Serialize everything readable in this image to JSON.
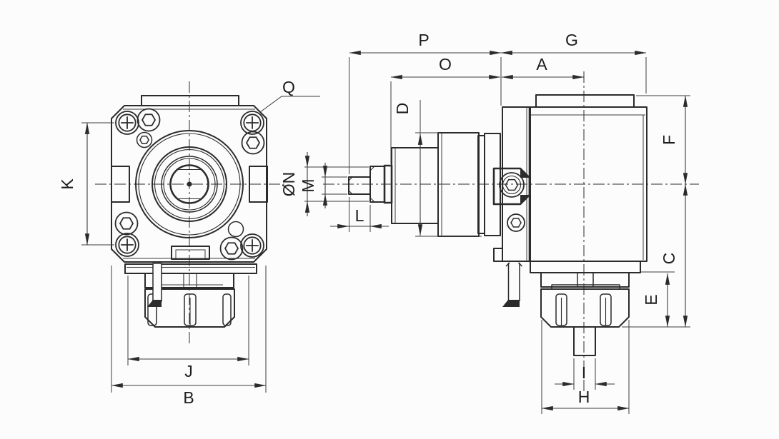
{
  "colors": {
    "line": "#2b2b2b",
    "dim_line": "#3c3c3c",
    "background": "#fcfcfc"
  },
  "front_view": {
    "dimension_labels": {
      "k": "K",
      "j": "J",
      "b": "B"
    },
    "callout_labels": {
      "q": "Q"
    }
  },
  "side_view": {
    "dimension_labels": {
      "p": "P",
      "o": "O",
      "g": "G",
      "a": "A",
      "d": "D",
      "f": "F",
      "c": "C",
      "e": "E",
      "n": "ØN",
      "m": "M",
      "l": "L",
      "i": "I",
      "h": "H"
    }
  }
}
